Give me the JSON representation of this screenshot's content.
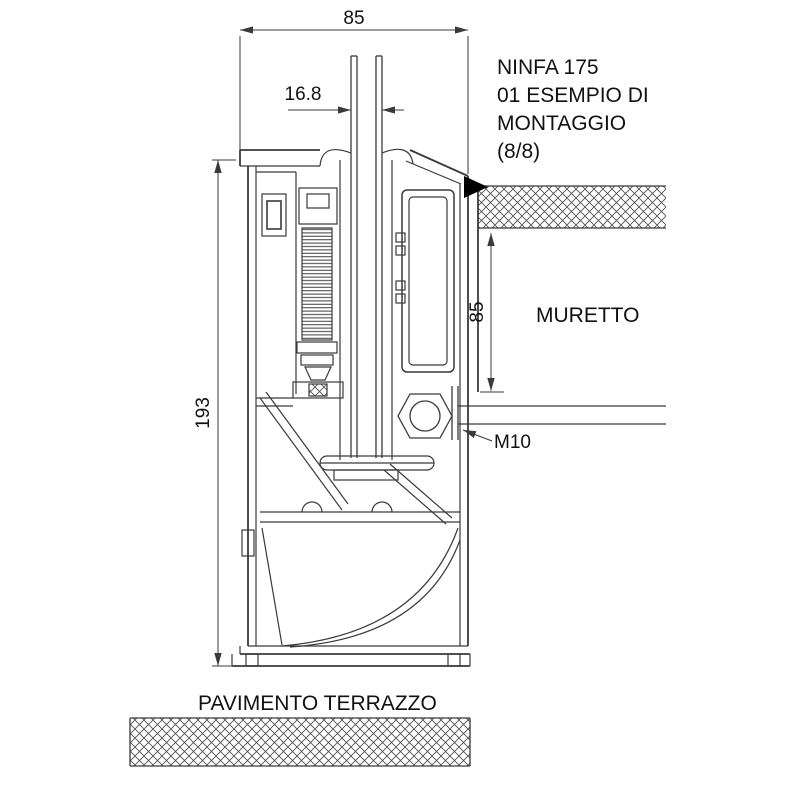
{
  "title_block": {
    "lines": [
      "NINFA 175",
      "01 ESEMPIO DI",
      "MONTAGGIO",
      "(8/8)"
    ]
  },
  "dimensions": {
    "top_width_mm": "85",
    "glass_thickness_mm": "16.8",
    "profile_height_mm": "193",
    "wall_height_mm": "85"
  },
  "labels": {
    "wall": "MURETTO",
    "floor": "PAVIMENTO TERRAZZO",
    "anchor_bolt": "M10"
  },
  "colors": {
    "line": "#3a3a3a",
    "text": "#111111",
    "background": "#ffffff",
    "sealant": "#000000"
  }
}
